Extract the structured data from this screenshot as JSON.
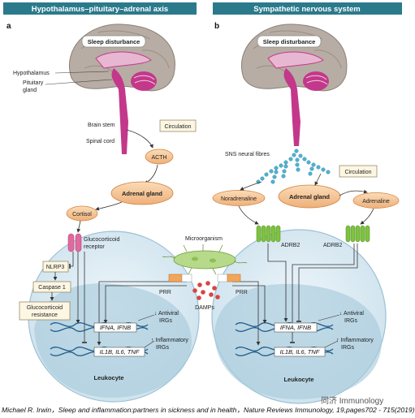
{
  "panel_a": {
    "header": "Hypothalamus–pituitary–adrenal axis",
    "letter": "a",
    "sleep_disturbance": "Sleep disturbance",
    "hypothalamus": "Hypothalamus",
    "pituitary_line1": "Pituitary",
    "pituitary_line2": "gland",
    "brain_stem": "Brain stem",
    "spinal_cord": "Spinal cord",
    "circulation": "Circulation",
    "acth": "ACTH",
    "adrenal_gland": "Adrenal gland",
    "cortisol": "Cortisol",
    "gc_receptor_line1": "Glucocorticoid",
    "gc_receptor_line2": "receptor",
    "nlrp3": "NLRP3",
    "caspase1": "Caspase 1",
    "gc_resistance_line1": "Glucocorticoid",
    "gc_resistance_line2": "resistance",
    "prr": "PRR",
    "ifn_genes": "IFNA, IFNB",
    "antiviral_line1": "↓ Antiviral",
    "antiviral_line2": "IRGs",
    "il_genes": "IL1B, IL6, TNF",
    "inflammatory_line1": "↑ Inflammatory",
    "inflammatory_line2": "IRGs",
    "leukocyte": "Leukocyte"
  },
  "panel_b": {
    "header": "Sympathetic nervous system",
    "letter": "b",
    "sleep_disturbance": "Sleep disturbance",
    "sns_fibres": "SNS neural fibres",
    "circulation": "Circulation",
    "noradrenaline": "Noradrenaline",
    "adrenal_gland": "Adrenal gland",
    "adrenaline": "Adrenaline",
    "adrb2_left": "ADRB2",
    "adrb2_right": "ADRB2",
    "prr": "PRR",
    "ifn_genes": "IFNA, IFNB",
    "antiviral_line1": "↓ Antiviral",
    "antiviral_line2": "IRGs",
    "il_genes": "IL1B, IL6, TNF",
    "inflammatory_line1": "↑ Inflammatory",
    "inflammatory_line2": "IRGs",
    "leukocyte": "Leukocyte"
  },
  "center": {
    "microorganism": "Microorganism",
    "damps": "DAMPs"
  },
  "citation": "Michael R. Irwin，Sleep and inflammation:partners in sickness and in health，Nature Reviews Immunology, 19,pages702 - 715(2019)",
  "watermark": "同济 Immunology",
  "colors": {
    "header_bg": "#2b7a8c",
    "brain_gray": "#b3aaa1",
    "brain_pink": "#c3388a",
    "adrenal_orange": "#f2c79a",
    "cell_blue": "#d8e8f0",
    "nucleus_blue": "#a9cbdc",
    "receptor_green": "#7fc241",
    "receptor_pink": "#e06aa0",
    "damp_red": "#d64545",
    "label_box": "#fdf6e3"
  }
}
